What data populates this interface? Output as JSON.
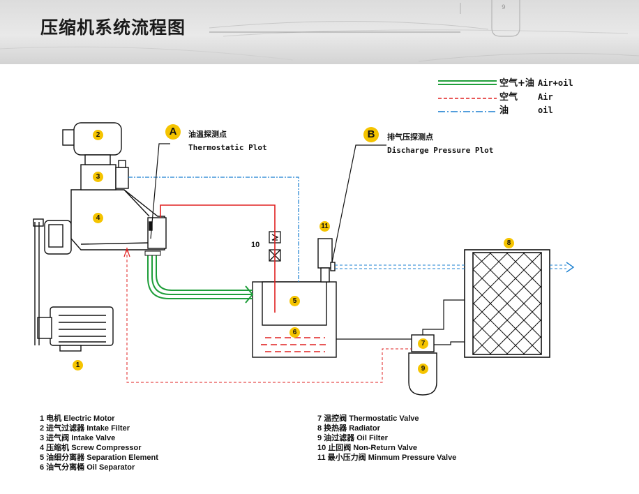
{
  "header": {
    "title": "压缩机系统流程图",
    "page_number": "9"
  },
  "legend": [
    {
      "zh": "空气+油",
      "en": "Air+oil",
      "line": "green-double"
    },
    {
      "zh": "空气",
      "en": "Air",
      "line": "red-dashed"
    },
    {
      "zh": "油",
      "en": "oil",
      "line": "blue-dashdot"
    }
  ],
  "colors": {
    "green": "#1f9e3a",
    "red": "#e02020",
    "blue": "#1a7fd0",
    "badge": "#f5c400"
  },
  "points": {
    "a": {
      "letter": "A",
      "zh": "油温探测点",
      "en": "Thermostatic Plot"
    },
    "b": {
      "letter": "B",
      "zh": "排气压探测点",
      "en": "Discharge Pressure Plot"
    }
  },
  "markers": {
    "m1": "1",
    "m2": "2",
    "m3": "3",
    "m4": "4",
    "m5": "5",
    "m6": "6",
    "m7": "7",
    "m8": "8",
    "m9": "9",
    "m10": "10",
    "m11": "11"
  },
  "parts_left": [
    "1 电机  Electric Motor",
    "2 进气过滤器 Intake Filter",
    "3 进气阀  Intake Valve",
    "4 压缩机 Screw Compressor",
    "5 油细分离器 Separation Element",
    "6 油气分离桶 Oil Separator"
  ],
  "parts_right": [
    "7 温控阀 Thermostatic Valve",
    "8 换热器  Radiator",
    "9 油过滤器 Oil Filter",
    "10 止回阀 Non-Return Valve",
    "11 最小压力阀 Minmum Pressure Valve"
  ]
}
